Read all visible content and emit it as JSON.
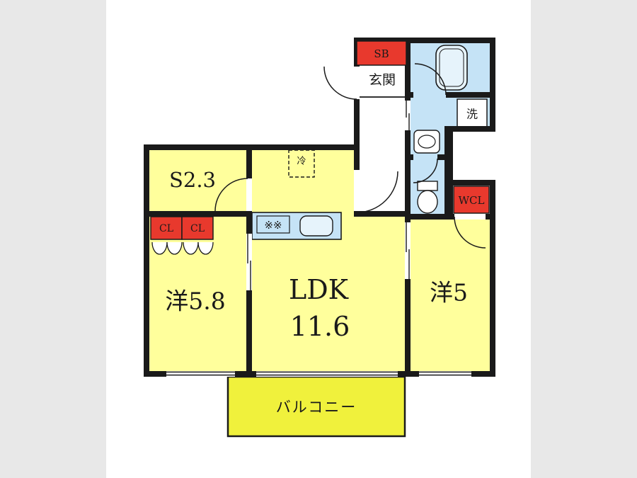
{
  "colors": {
    "background": "#e8e8e8",
    "page": "#ffffff",
    "wall": "#1a1a1a",
    "room_yellow": "#ffff9c",
    "balcony_yellow": "#f0f13c",
    "wet_blue": "#c5e3f6",
    "fixture_blue": "#e6f3fb",
    "accent_red": "#e8392d",
    "white": "#ffffff"
  },
  "labels": {
    "shoe_box": "SB",
    "entrance": "玄関",
    "washer": "洗",
    "walk_in_closet": "WCL",
    "service_room": "S2.3",
    "closet_left": "CL",
    "closet_right": "CL",
    "western_room_58": "洋5.8",
    "ldk": "LDK",
    "ldk_size": "11.6",
    "western_room_5": "洋5",
    "balcony": "バルコニー",
    "refrigerator": "冷",
    "stove_burners": "※※"
  }
}
